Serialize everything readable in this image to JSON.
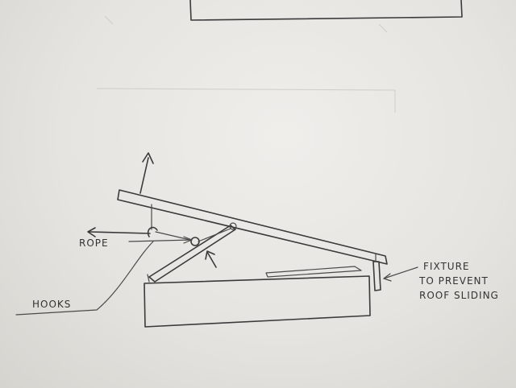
{
  "labels": {
    "rope": "ROPE",
    "hooks": "HOOKS",
    "fixture_line1": "FIXTURE",
    "fixture_line2": "TO PREVENT",
    "fixture_line3": "ROOF SLIDING"
  },
  "colors": {
    "paper": "#ebe9e5",
    "ink": "#3a3a3a"
  }
}
